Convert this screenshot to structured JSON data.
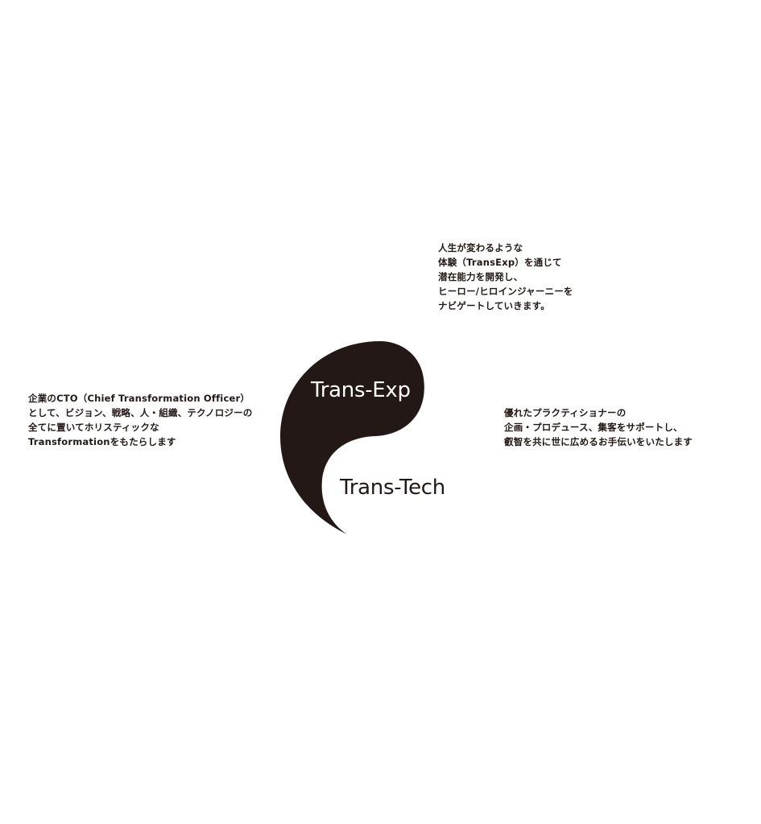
{
  "emblem": {
    "top_label": "Trans-Exp",
    "bottom_label": "Trans-Tech",
    "fill_color": "#231815"
  },
  "blurbs": {
    "top": [
      "人生が変わるような",
      "体験（TransExp）を通じて",
      "潜在能力を開発し、",
      "ヒーロー/ヒロインジャーニーを",
      "ナビゲートしていきます。"
    ],
    "left": [
      "企業のCTO（Chief Transformation Officer）",
      "として、ビジョン、戦略、人・組織、テクノロジーの",
      "全てに置いてホリスティックな",
      "Transformationをもたらします"
    ],
    "right": [
      "優れたプラクティショナーの",
      "企画・プロデュース、集客をサポートし、",
      "叡智を共に世に広めるお手伝いをいたします"
    ]
  }
}
